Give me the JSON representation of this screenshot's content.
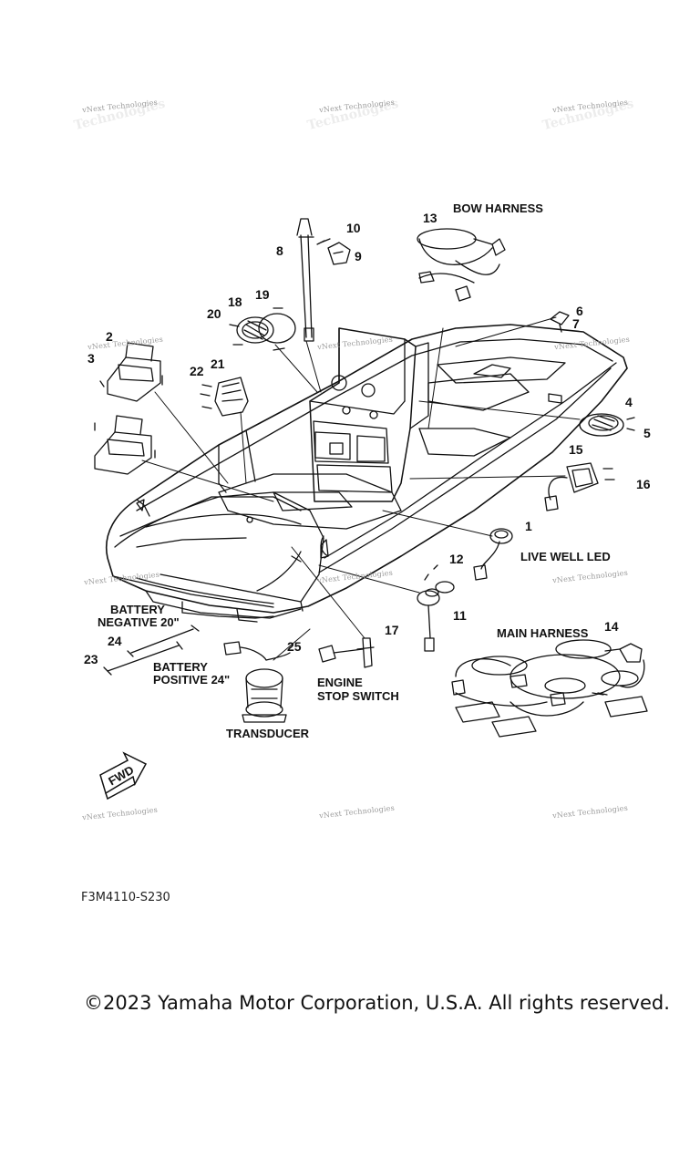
{
  "watermark": "vNext Technologies",
  "labels": {
    "bow_harness": "BOW HARNESS",
    "live_well_led": "LIVE WELL LED",
    "main_harness": "MAIN HARNESS",
    "battery_negative": [
      "BATTERY",
      "NEGATIVE 20\""
    ],
    "battery_positive": [
      "BATTERY",
      "POSITIVE 24\""
    ],
    "engine_stop_switch": [
      "ENGINE",
      "STOP SWITCH"
    ],
    "transducer": "TRANSDUCER",
    "fwd": "FWD"
  },
  "part_numbers": [
    "1",
    "2",
    "3",
    "4",
    "5",
    "6",
    "7",
    "8",
    "9",
    "10",
    "11",
    "12",
    "13",
    "14",
    "15",
    "16",
    "17",
    "18",
    "19",
    "20",
    "21",
    "22",
    "23",
    "24",
    "25"
  ],
  "diagram_code": "F3M4110-S230",
  "copyright": "©2023 Yamaha Motor Corporation, U.S.A. All rights reserved."
}
